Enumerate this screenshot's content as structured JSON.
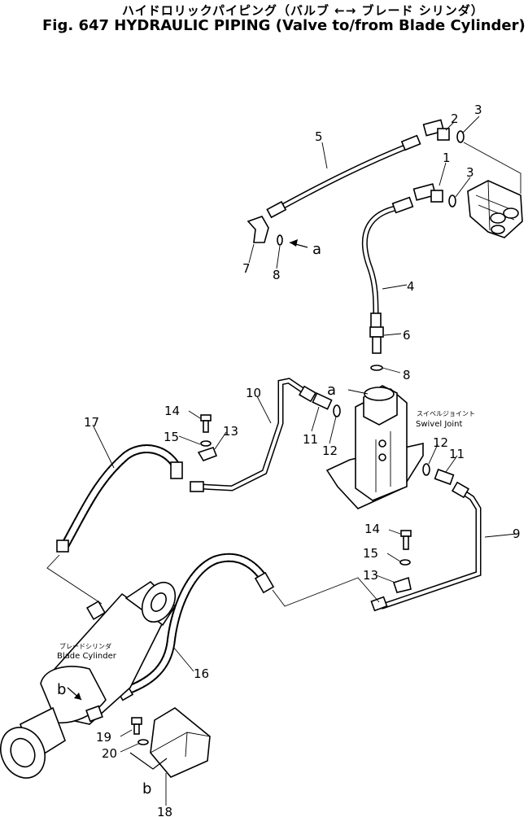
{
  "title": {
    "jp": "ハイドロリックパイピング（バルブ ←→ ブレード シリンダ）",
    "en": "Fig. 647 HYDRAULIC PIPING (Valve to/from Blade Cylinder)"
  },
  "callouts": [
    "1",
    "2",
    "3",
    "3",
    "4",
    "5",
    "6",
    "7",
    "8",
    "8",
    "9",
    "10",
    "11",
    "11",
    "12",
    "12",
    "13",
    "13",
    "14",
    "14",
    "15",
    "15",
    "16",
    "17",
    "18",
    "19",
    "20"
  ],
  "view_markers": {
    "a": "a",
    "b": "b"
  },
  "labels": {
    "swivel_joint_jp": "スイベルジョイント",
    "swivel_joint_en": "Swivel Joint",
    "blade_cylinder_jp": "ブレードシリンダ",
    "blade_cylinder_en": "Blade Cylinder"
  }
}
